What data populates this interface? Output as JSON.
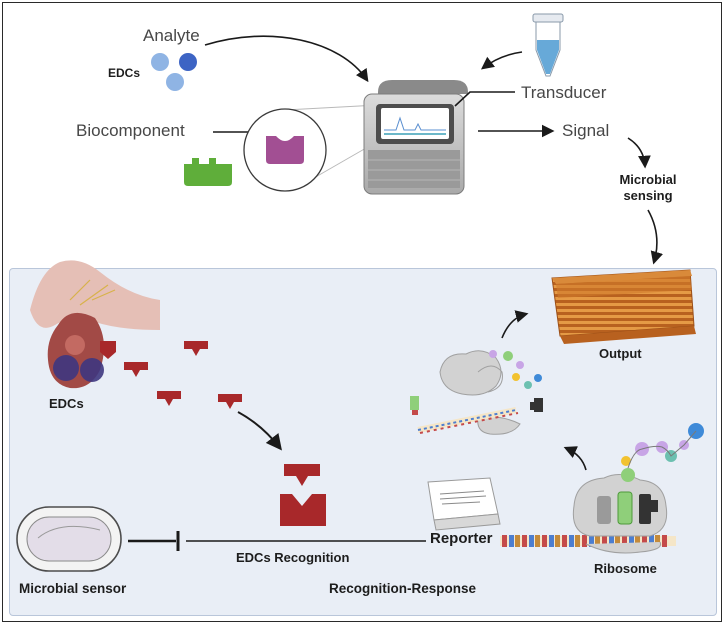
{
  "top": {
    "analyte_label": "Analyte",
    "edcs_small_label": "EDCs",
    "biocomponent_label": "Biocomponent",
    "transducer_label": "Transducer",
    "signal_label": "Signal",
    "microbial_sensing_line1": "Microbial",
    "microbial_sensing_line2": "sensing"
  },
  "bottom": {
    "edcs_label": "EDCs",
    "output_label": "Output",
    "reporter_label": "Reporter",
    "ribosome_label": "Ribosome",
    "edcs_recognition_label": "EDCs Recognition",
    "microbial_sensor_label": "Microbial sensor",
    "recognition_response_label": "Recognition-Response"
  },
  "colors": {
    "edc_red": "#a8282a",
    "biocomponent_purple": "#a24f93",
    "biocomponent_green": "#5fae3a",
    "analyte_blue": "#8fb4e4",
    "analyte_dark_blue": "#3d64c4",
    "panel_bg": "#e9eef6",
    "output_orange": "#cf7a2c"
  },
  "icons": {
    "device": "biosensor-device-icon",
    "tube": "eppendorf-tube-icon",
    "receptor": "receptor-icon",
    "tissue": "gland-tissue-icon",
    "ribosome": "ribosome-icon",
    "bacterium": "bacterium-icon",
    "output": "output-stack-icon",
    "reporter_box": "reporter-box-icon"
  }
}
